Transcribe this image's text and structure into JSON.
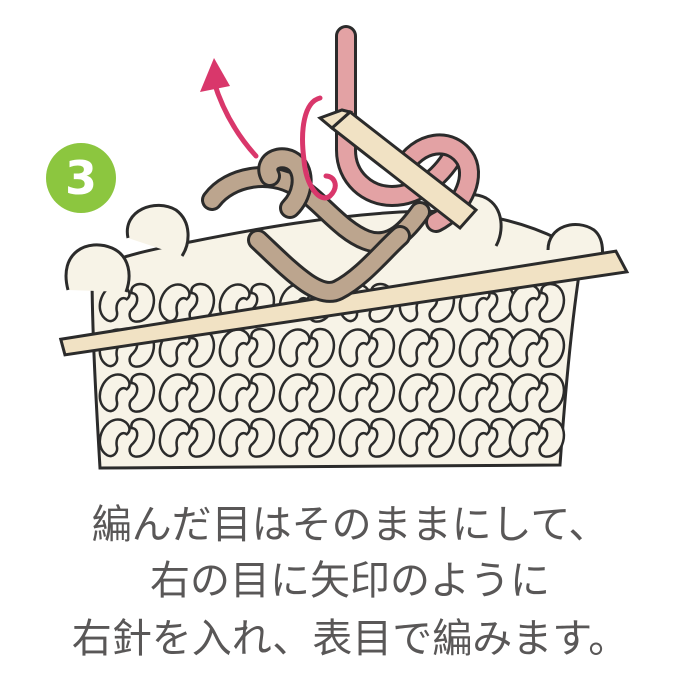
{
  "step": {
    "number": "3"
  },
  "instruction": {
    "line1": "編んだ目はそのままにして、",
    "line2": "右の目に矢印のように",
    "line3": "右針を入れ、表目で編みます。"
  },
  "colors": {
    "badge": "#8cc63f",
    "yarn_main": "#f7f3e7",
    "yarn_tan": "#bca58e",
    "yarn_pink": "#e3a2a4",
    "needle": "#f1e2c4",
    "arrow": "#d9376b",
    "caption_text": "#595757",
    "outline": "#2b2b2b"
  },
  "icons": {
    "arrow": "curved-arrow-icon"
  }
}
